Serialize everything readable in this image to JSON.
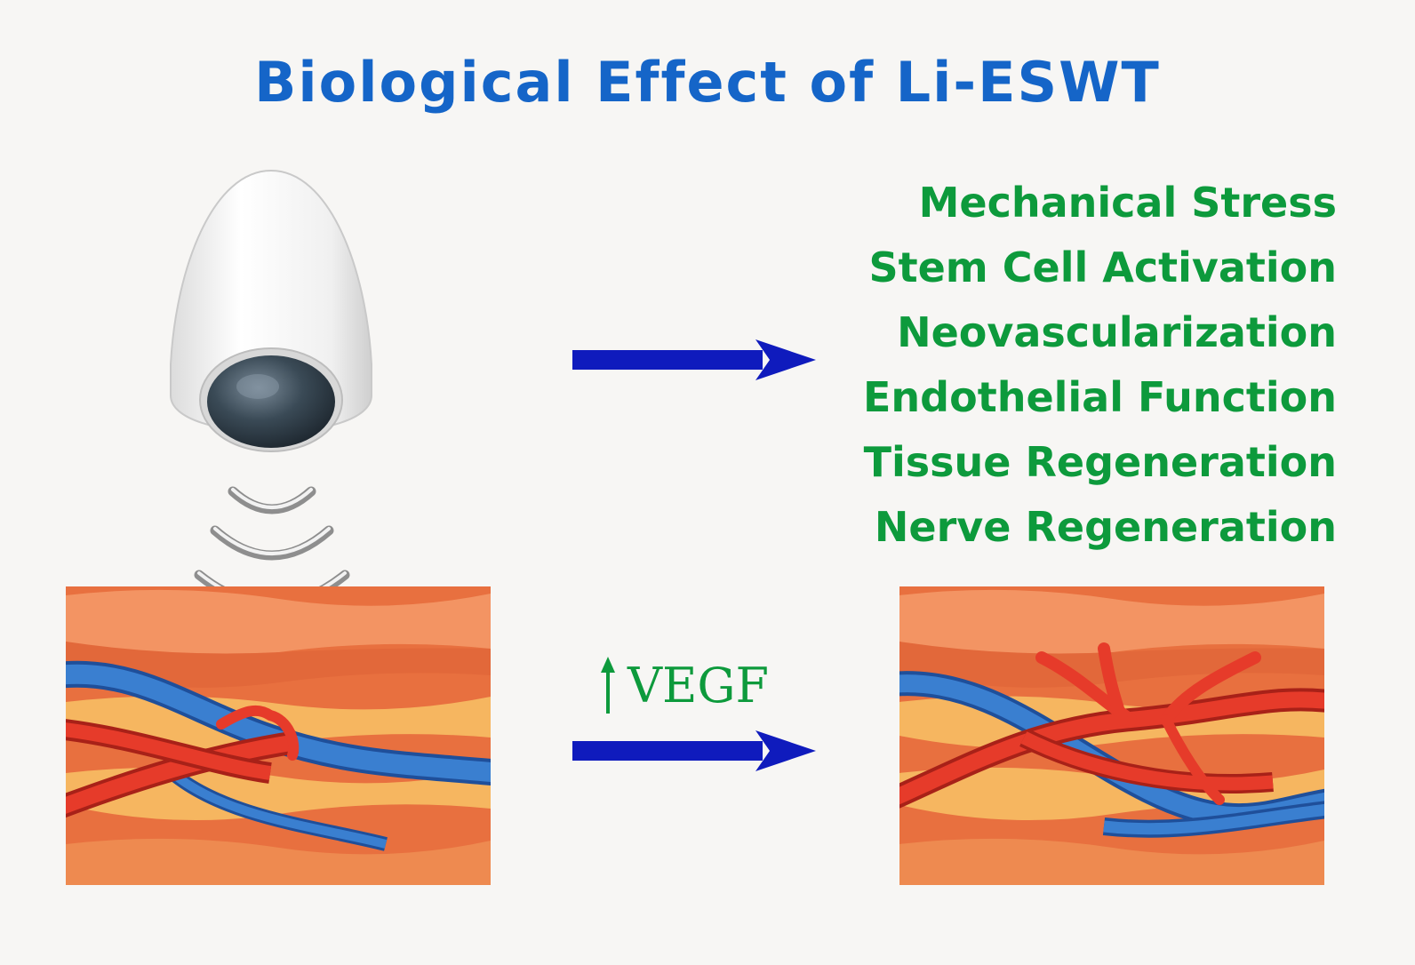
{
  "title": "Biological Effect of Li-ESWT",
  "effects": [
    "Mechanical Stress",
    "Stem Cell Activation",
    "Neovascularization",
    "Endothelial Function",
    "Tissue Regeneration",
    "Nerve Regeneration"
  ],
  "vegf": {
    "arrow_symbol": "up-arrow-icon",
    "label": "VEGF"
  },
  "colors": {
    "title": "#1565c8",
    "effects_text": "#0d9a3c",
    "arrows": "#0f1bbd",
    "vein": "#2f6fc2",
    "artery": "#e63b2a",
    "tissue_top": "#f08a5a",
    "tissue_mid": "#e8703f",
    "tissue_fat": "#f6b660"
  }
}
